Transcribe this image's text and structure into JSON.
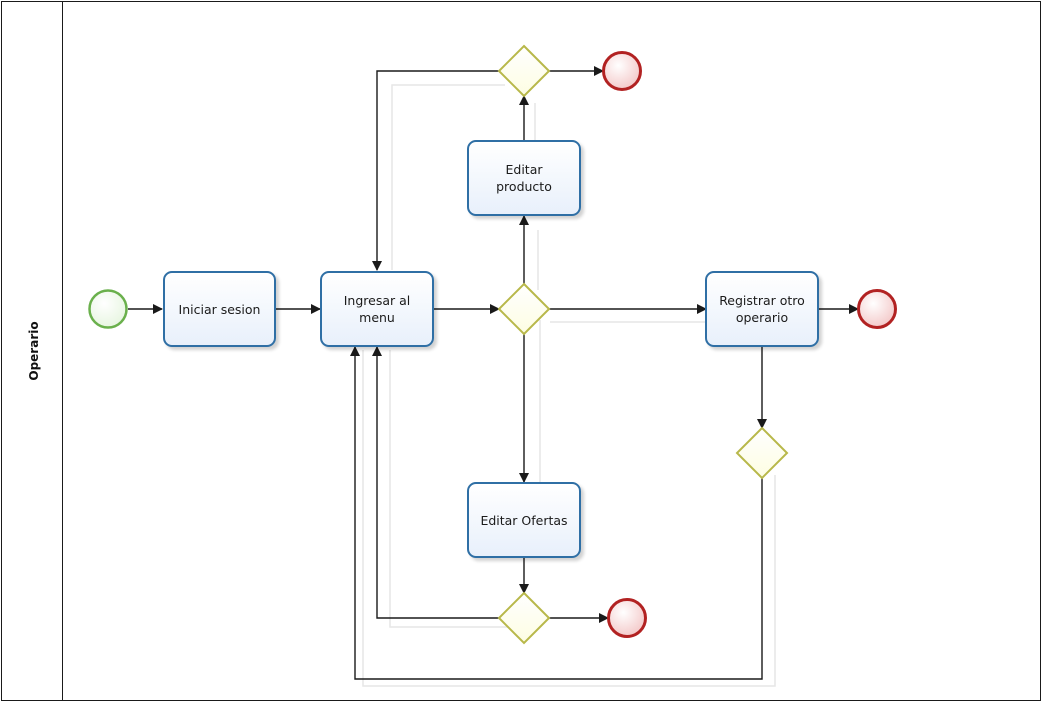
{
  "lane": {
    "label": "Operario"
  },
  "tasks": {
    "iniciar_sesion": "Iniciar sesion",
    "ingresar_menu": "Ingresar al\nmenu",
    "editar_producto": "Editar\nproducto",
    "editar_ofertas": "Editar Ofertas",
    "registrar_operario": "Registrar otro\noperario"
  },
  "colors": {
    "task_border": "#2f6fa5",
    "start_event": "#6ab04c",
    "end_event": "#b22222",
    "gateway": "#b8b84a",
    "flow": "#1a1a1a"
  }
}
